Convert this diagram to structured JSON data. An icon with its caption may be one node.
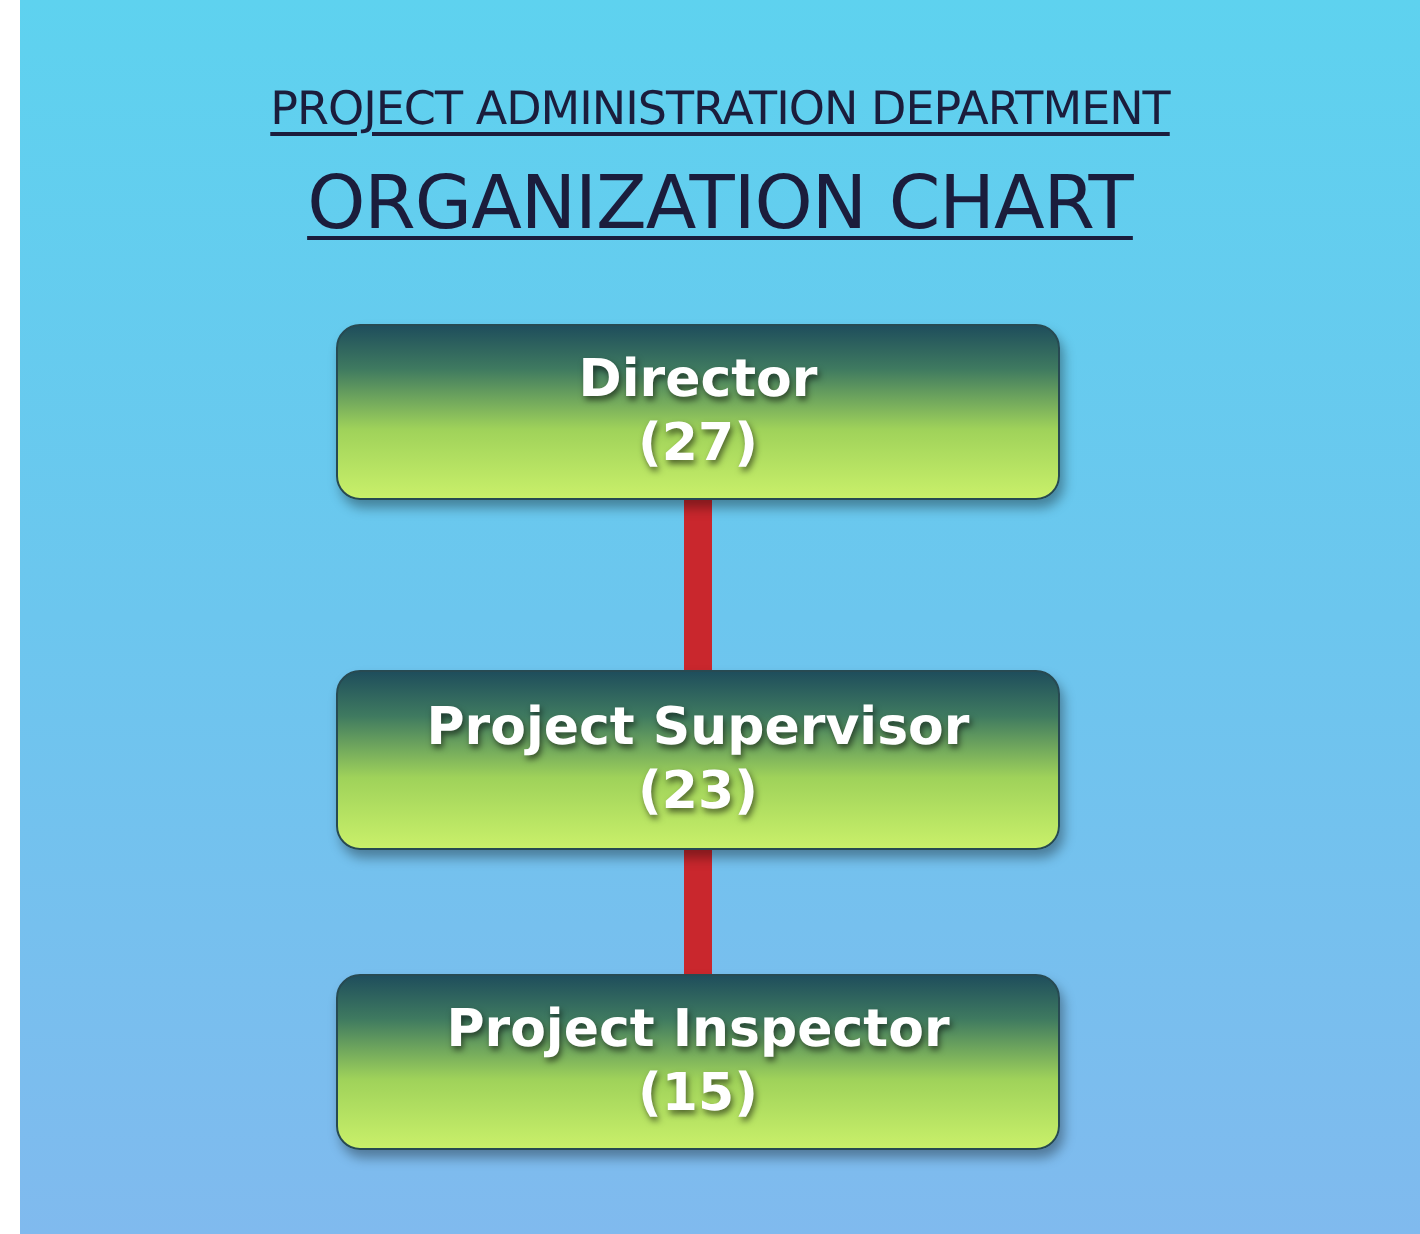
{
  "diagram": {
    "title": "PROJECT ADMINISTRATION DEPARTMENT",
    "caption": "ORGANIZATION CHART",
    "nodes": [
      {
        "text": [
          "Director",
          "(27)"
        ]
      },
      {
        "text": [
          "Project Supervisor",
          "(23)"
        ]
      },
      {
        "text": [
          "Project Inspector",
          "(15)"
        ]
      }
    ],
    "edges": [
      {
        "from": 0,
        "to": 1,
        "arrow": "none"
      },
      {
        "from": 1,
        "to": 2,
        "arrow": "none"
      }
    ]
  }
}
